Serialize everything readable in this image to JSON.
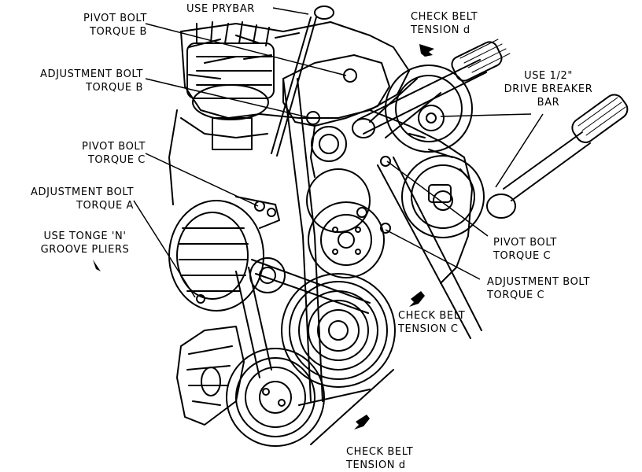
{
  "labels": {
    "use_prybar": "USE PRYBAR",
    "pivot_bolt_torque_b": [
      "PIVOT BOLT",
      "TORQUE B"
    ],
    "adjustment_bolt_torque_b": [
      "ADJUSTMENT BOLT",
      "TORQUE B"
    ],
    "pivot_bolt_torque_c_left": [
      "PIVOT BOLT",
      "TORQUE C"
    ],
    "adjustment_bolt_torque_a": [
      "ADJUSTMENT BOLT",
      "TORQUE A"
    ],
    "use_tonge_pliers": [
      "USE TONGE 'N'",
      "GROOVE PLIERS"
    ],
    "check_belt_tension_top": [
      "CHECK BELT",
      "TENSION d"
    ],
    "use_breaker_bar": [
      "USE 1/2\"",
      "DRIVE BREAKER",
      "BAR"
    ],
    "pivot_bolt_torque_c_right": [
      "PIVOT BOLT",
      "TORQUE C"
    ],
    "adjustment_bolt_torque_c": [
      "ADJUSTMENT BOLT",
      "TORQUE C"
    ],
    "check_belt_tension_c": [
      "CHECK BELT",
      "TENSION C"
    ],
    "check_belt_tension_bottom": [
      "CHECK BELT",
      "TENSION d"
    ]
  },
  "colors": {
    "ink": "#000000",
    "paper": "#ffffff"
  }
}
